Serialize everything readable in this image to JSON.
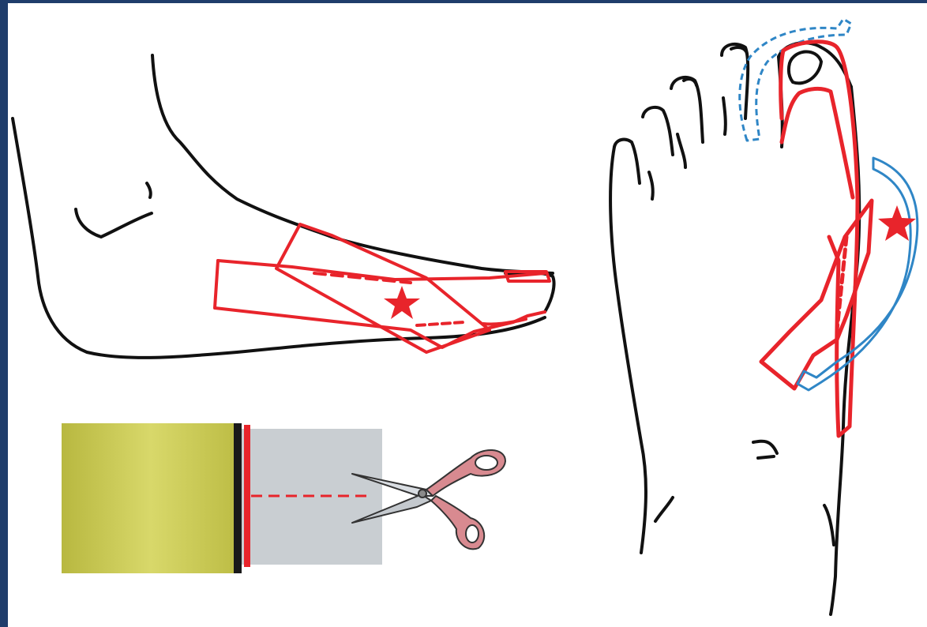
{
  "figure": {
    "colors": {
      "background": "#ffffff",
      "border": "#1f3d6b",
      "outline": "#111111",
      "tape": "#e8242b",
      "arrow": "#2f86c6",
      "tape_roll": "#cfcf5a",
      "tape_strip": "#c9ced2"
    },
    "panels": [
      {
        "id": "side-view",
        "icon": "foot-side-view-drawing"
      },
      {
        "id": "top-view",
        "icon": "foot-top-view-drawing"
      },
      {
        "id": "tape-cut",
        "icon": "tape-roll-with-scissors"
      }
    ],
    "markers": [
      {
        "icon": "star-marker",
        "panel": "side-view"
      },
      {
        "icon": "star-marker",
        "panel": "top-view"
      }
    ]
  }
}
